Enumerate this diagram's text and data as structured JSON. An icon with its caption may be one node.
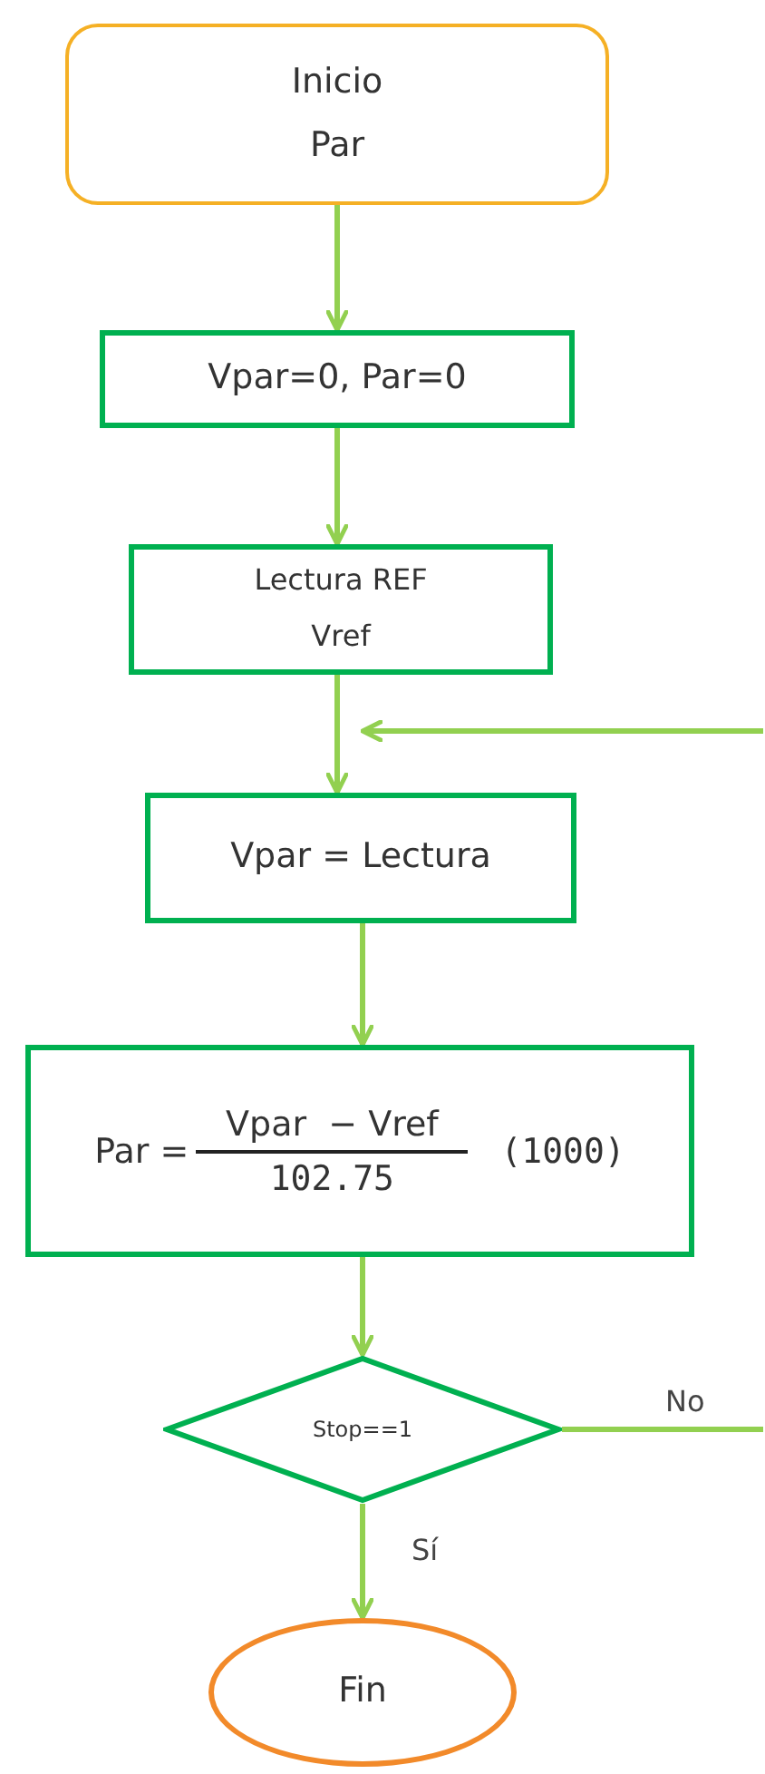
{
  "diagram": {
    "nodes": [
      {
        "text": [
          "Inicio",
          "Par"
        ]
      },
      {
        "text": [
          "Vpar=0, Par=0"
        ]
      },
      {
        "text": [
          "Lectura REF",
          "Vref"
        ]
      },
      {
        "text": [
          "Vpar = Lectura"
        ]
      },
      {
        "text": [
          "Par =",
          "Vpar  − Vref",
          "102.75",
          "(1000)"
        ]
      },
      {
        "text": [
          "Stop==1"
        ]
      },
      {
        "text": [
          "Fin"
        ]
      }
    ],
    "edges": [
      {
        "from": 0,
        "to": 1,
        "arrow": "to"
      },
      {
        "from": 1,
        "to": 2,
        "arrow": "to"
      },
      {
        "from": 2,
        "to": 3,
        "arrow": "to"
      },
      {
        "from": 3,
        "to": 4,
        "arrow": "to"
      },
      {
        "from": 4,
        "to": 5,
        "arrow": "to"
      },
      {
        "from": 5,
        "to": 6,
        "arrow": "to",
        "label": "Sí"
      },
      {
        "from": 5,
        "to": null,
        "arrow": "none",
        "label": "No"
      },
      {
        "from": null,
        "to": 3,
        "arrow": "to"
      }
    ]
  }
}
